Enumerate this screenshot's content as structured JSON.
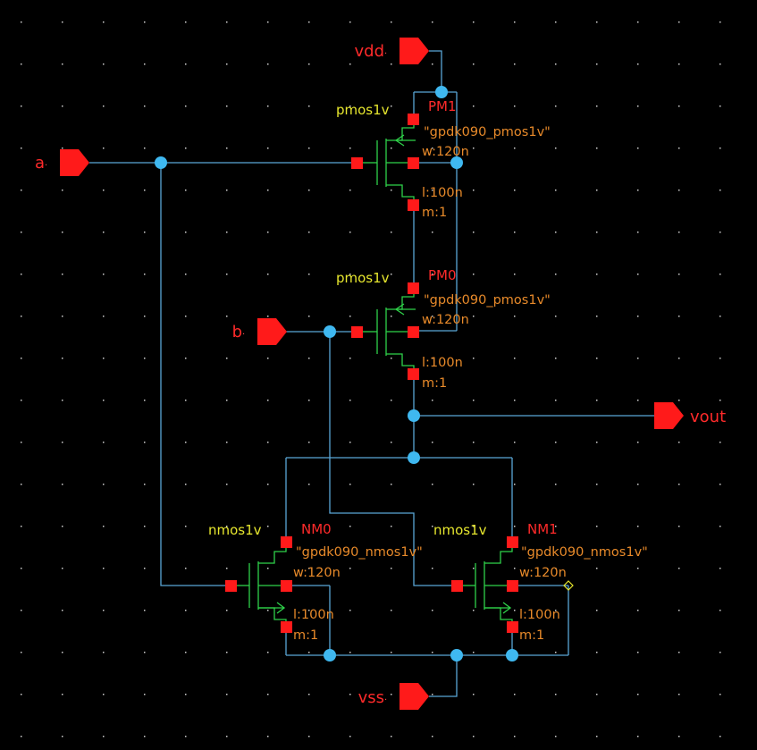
{
  "colors": {
    "background": "#000000",
    "wire": "#5aa6d6",
    "device": "#2fd24a",
    "pin": "#ff1a1a",
    "junction": "#3fb8f0",
    "cell_text": "#e6e62e",
    "instance_text": "#ff2a2a",
    "param_text": "#e88a2a"
  },
  "terminals": {
    "vdd": "vdd",
    "a": "a",
    "b": "b",
    "vout": "vout",
    "vss": "vss"
  },
  "devices": {
    "pm1": {
      "cell": "pmos1v",
      "inst": "PM1",
      "model": "\"gpdk090_pmos1v\"",
      "w": "w:120n",
      "l": "l:100n",
      "m": "m:1"
    },
    "pm0": {
      "cell": "pmos1v",
      "inst": "PM0",
      "model": "\"gpdk090_pmos1v\"",
      "w": "w:120n",
      "l": "l:100n",
      "m": "m:1"
    },
    "nm0": {
      "cell": "nmos1v",
      "inst": "NM0",
      "model": "\"gpdk090_nmos1v\"",
      "w": "w:120n",
      "l": "l:100n",
      "m": "m:1"
    },
    "nm1": {
      "cell": "nmos1v",
      "inst": "NM1",
      "model": "\"gpdk090_nmos1v\"",
      "w": "w:120n",
      "l": "l:100n",
      "m": "m:1"
    }
  }
}
